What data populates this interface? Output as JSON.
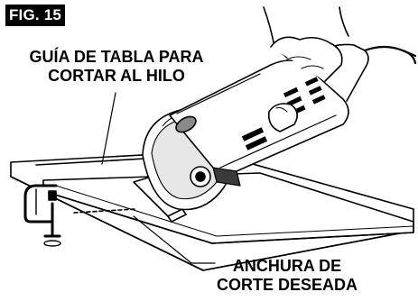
{
  "figure": {
    "badge": "FIG. 15"
  },
  "callouts": {
    "guide": {
      "line1": "GUÍA DE TABLA PARA",
      "line2": "CORTAR AL HILO"
    },
    "cut_width": {
      "line1": "ANCHURA DE",
      "line2": "CORTE DESEADA"
    }
  },
  "colors": {
    "ink": "#000000",
    "paper": "#ffffff",
    "shade": "#8a8a8a",
    "dark": "#3a3a3a"
  },
  "icons": {
    "tool": "circular-saw",
    "clamp": "c-clamp"
  }
}
